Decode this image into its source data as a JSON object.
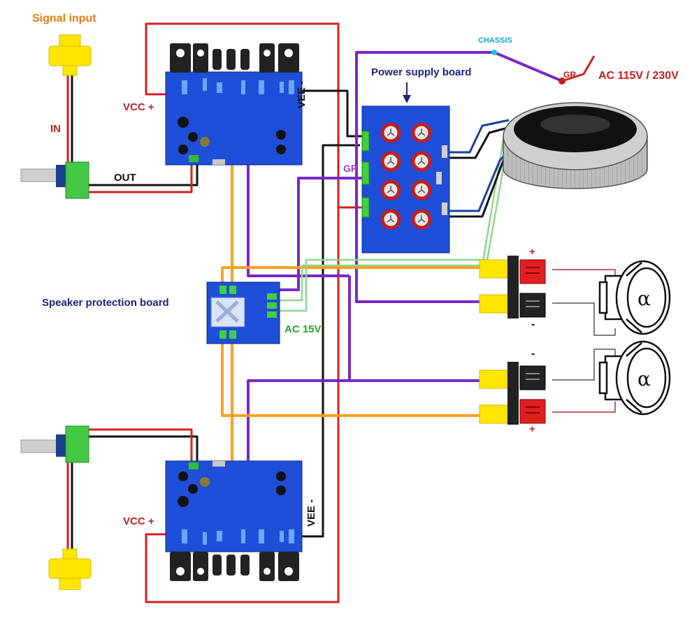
{
  "labels": {
    "signal_input": "Signal input",
    "in": "IN",
    "out": "OUT",
    "vcc_top": "VCC +",
    "vcc_bottom": "VCC +",
    "vee_top": "VEE -",
    "vee_bottom": "VEE -",
    "power_supply_board": "Power supply board",
    "chassis": "CHASSIS",
    "gr_mains": "GR",
    "gr_psu": "GR",
    "ac_mains": "AC 115V / 230V",
    "speaker_protection_board": "Speaker protection board",
    "ac_15v": "AC 15V",
    "plus_top": "+",
    "minus_top": "-",
    "minus_bottom": "-",
    "plus_bottom": "+"
  },
  "colors": {
    "red": "#d42020",
    "black": "#111111",
    "purple": "#7a28c8",
    "orange": "#ffa020",
    "green": "#8ed88e",
    "dark_red": "#b03030",
    "navy": "#1a237e",
    "board_blue": "#1f4fd8",
    "rca_yellow": "#ffe600",
    "label_orange": "#e87a10",
    "label_red": "#c41e1e",
    "label_green": "#2ca02c",
    "label_purple": "#9b3fc8",
    "label_cyan": "#19a7c4",
    "label_navy": "#1a237e"
  },
  "icons": {
    "rca_top": "rca-jack-icon",
    "rca_bottom": "rca-jack-icon",
    "pot_top": "potentiometer-icon",
    "pot_bottom": "potentiometer-icon",
    "transformer": "toroidal-transformer-icon",
    "speaker_top": "loudspeaker-icon",
    "speaker_bottom": "loudspeaker-icon",
    "arrow": "arrow-down-icon"
  }
}
